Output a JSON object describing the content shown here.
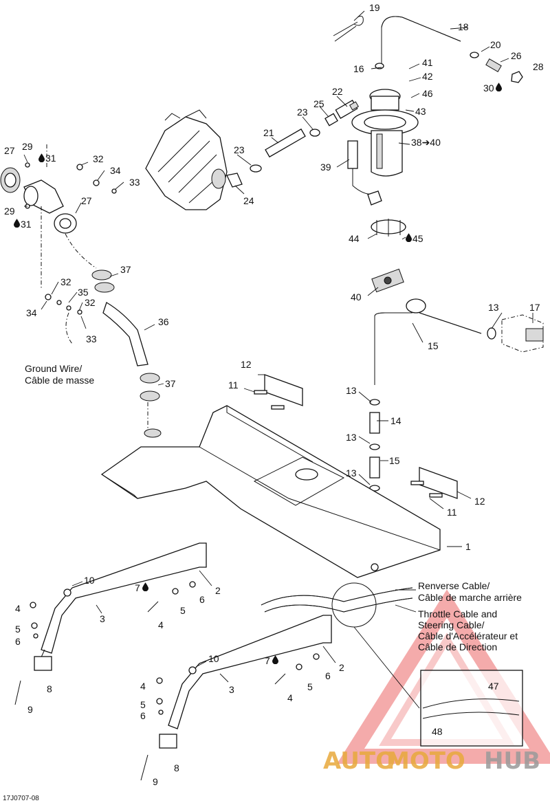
{
  "callouts": {
    "c1": "1",
    "c2a": "2",
    "c2b": "2",
    "c3a": "3",
    "c3b": "3",
    "c4a": "4",
    "c4b": "4",
    "c4c": "4",
    "c4d": "4",
    "c5a": "5",
    "c5b": "5",
    "c5c": "5",
    "c5d": "5",
    "c6a": "6",
    "c6b": "6",
    "c6c": "6",
    "c6d": "6",
    "c7a": "7",
    "c7b": "7",
    "c8a": "8",
    "c8b": "8",
    "c9a": "9",
    "c9b": "9",
    "c10a": "10",
    "c10b": "10",
    "c11a": "11",
    "c11b": "11",
    "c12a": "12",
    "c12b": "12",
    "c13a": "13",
    "c13b": "13",
    "c13c": "13",
    "c13d": "13",
    "c14": "14",
    "c15a": "15",
    "c15b": "15",
    "c16": "16",
    "c17": "17",
    "c18": "18",
    "c19": "19",
    "c20": "20",
    "c21": "21",
    "c22": "22",
    "c23a": "23",
    "c23b": "23",
    "c24": "24",
    "c25": "25",
    "c26": "26",
    "c27a": "27",
    "c27b": "27",
    "c28": "28",
    "c29a": "29",
    "c29b": "29",
    "c30": "30",
    "c31a": "31",
    "c31b": "31",
    "c32a": "32",
    "c32b": "32",
    "c32c": "32",
    "c33a": "33",
    "c33b": "33",
    "c34a": "34",
    "c34b": "34",
    "c35": "35",
    "c36": "36",
    "c37a": "37",
    "c37b": "37",
    "c38": "38➔40",
    "c39": "39",
    "c40": "40",
    "c41": "41",
    "c42": "42",
    "c43": "43",
    "c44": "44",
    "c45": "45",
    "c46": "46",
    "c47": "47",
    "c48": "48"
  },
  "notes": {
    "ground_wire_en": "Ground Wire/",
    "ground_wire_fr": "Câble de masse",
    "reverse_en": "Renverse Cable/",
    "reverse_fr": "Câble de marche arrière",
    "throttle_1": "Throttle Cable and",
    "throttle_2": "Steering Cable/",
    "throttle_3": "Câble d'Accélérateur et",
    "throttle_4": "Câble de Direction"
  },
  "drawing_code": "17J0707-08",
  "watermark": {
    "part1": "AUTO",
    "part2": "MOTO",
    "part3": "HUB",
    "color_primary": "#e8a93c",
    "color_secondary": "#9a9a9a",
    "color_triangle": "#e84a4a"
  },
  "icons": {
    "drop": "oil-drop-icon",
    "arrow": "arrow-right-icon"
  }
}
